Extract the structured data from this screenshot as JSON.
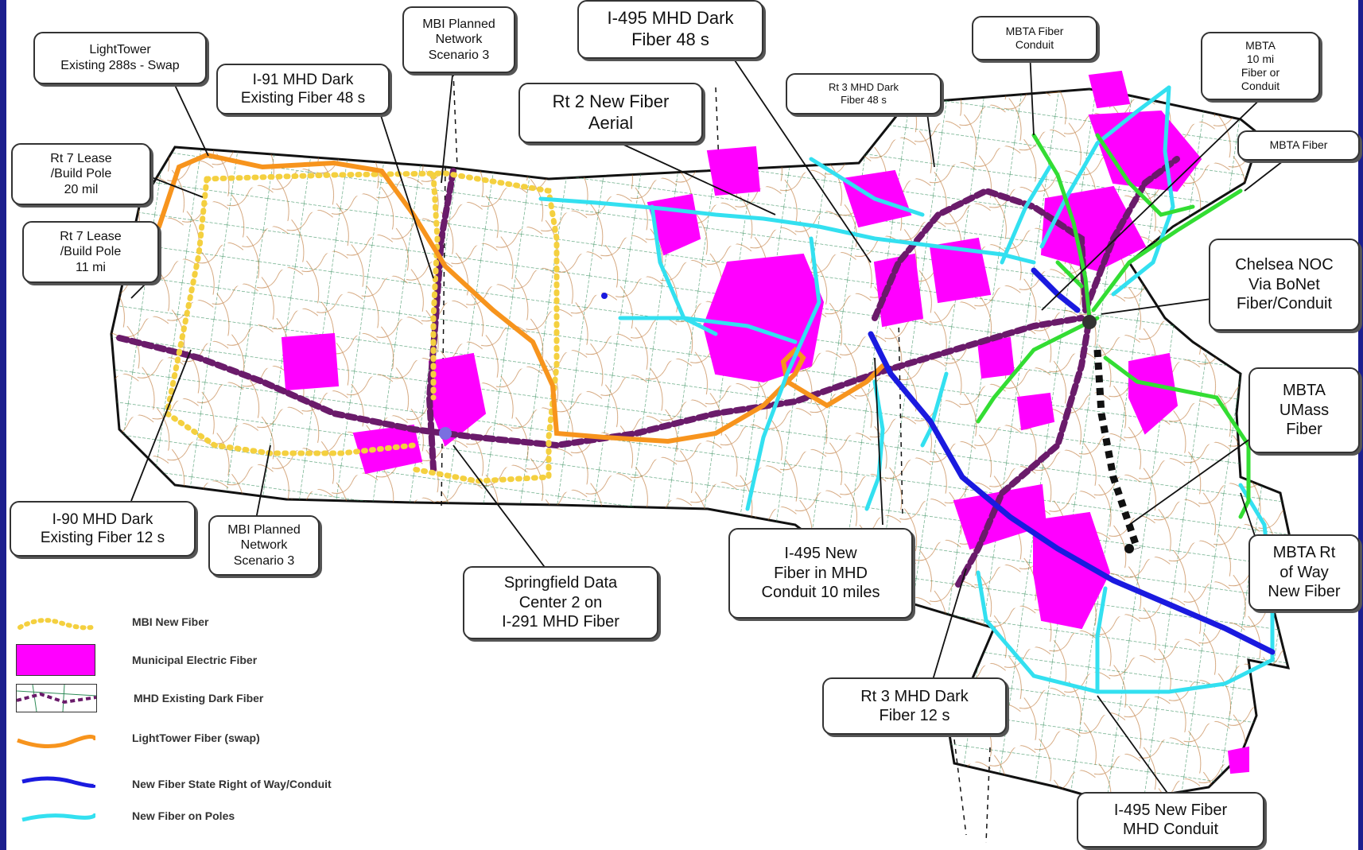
{
  "colors": {
    "frame": "#1c1f8e",
    "mbi_new_fiber": "#f4d03f",
    "municipal_electric": "#ff00ff",
    "mhd_dark_fiber": "#6a1b6a",
    "lighttower": "#f7941d",
    "new_fiber_state_row": "#1a1adf",
    "new_fiber_poles": "#33e0f0",
    "mbta_fiber": "#33dd33",
    "town_grid": "#2e8b57",
    "roads": "#b5651d"
  },
  "callouts": [
    {
      "id": "lighttower-swap",
      "text": "LightTower\nExisting 288s - Swap"
    },
    {
      "id": "rt7-20mi",
      "text": "Rt 7 Lease\n/Build Pole\n20 mil"
    },
    {
      "id": "rt7-11mi",
      "text": "Rt 7 Lease\n/Build Pole\n11 mi"
    },
    {
      "id": "i91",
      "text": "I-91 MHD Dark\nExisting Fiber 48 s"
    },
    {
      "id": "mbi-scenario3-top",
      "text": "MBI Planned\nNetwork\nScenario 3"
    },
    {
      "id": "i495-dark",
      "text": "I-495 MHD Dark\nFiber 48 s"
    },
    {
      "id": "rt2",
      "text": "Rt 2 New Fiber\nAerial"
    },
    {
      "id": "rt3-48",
      "text": "Rt 3 MHD Dark\nFiber 48 s"
    },
    {
      "id": "mbta-conduit",
      "text": "MBTA Fiber\nConduit"
    },
    {
      "id": "mbta-10mi",
      "text": "MBTA\n10 mi\nFiber or\nConduit"
    },
    {
      "id": "mbta-fiber",
      "text": "MBTA Fiber"
    },
    {
      "id": "chelsea",
      "text": "Chelsea NOC\nVia BoNet\nFiber/Conduit"
    },
    {
      "id": "mbta-umass",
      "text": "MBTA\nUMass\nFiber"
    },
    {
      "id": "mbta-row",
      "text": "MBTA Rt\nof Way\nNew Fiber"
    },
    {
      "id": "i90",
      "text": "I-90 MHD Dark\nExisting Fiber 12 s"
    },
    {
      "id": "mbi-scenario3-bottom",
      "text": "MBI Planned\nNetwork\nScenario 3"
    },
    {
      "id": "springfield",
      "text": "Springfield Data\nCenter 2 on\nI-291 MHD Fiber"
    },
    {
      "id": "i495-new-conduit",
      "text": "I-495 New\nFiber in MHD\nConduit 10 miles"
    },
    {
      "id": "rt3-12",
      "text": "Rt 3 MHD Dark\nFiber 12 s"
    },
    {
      "id": "i495-new-fiber",
      "text": "I-495 New Fiber\nMHD Conduit"
    }
  ],
  "legend": [
    {
      "id": "mbi-new-fiber",
      "label": "MBI New Fiber"
    },
    {
      "id": "municipal-electric-fiber",
      "label": "Municipal Electric Fiber"
    },
    {
      "id": "mhd-existing-dark-fiber",
      "label": "MHD Existing Dark Fiber"
    },
    {
      "id": "lighttower-fiber",
      "label": "LightTower Fiber (swap)"
    },
    {
      "id": "new-fiber-state-row",
      "label": "New Fiber State Right of Way/Conduit"
    },
    {
      "id": "new-fiber-poles",
      "label": "New Fiber on Poles"
    }
  ]
}
